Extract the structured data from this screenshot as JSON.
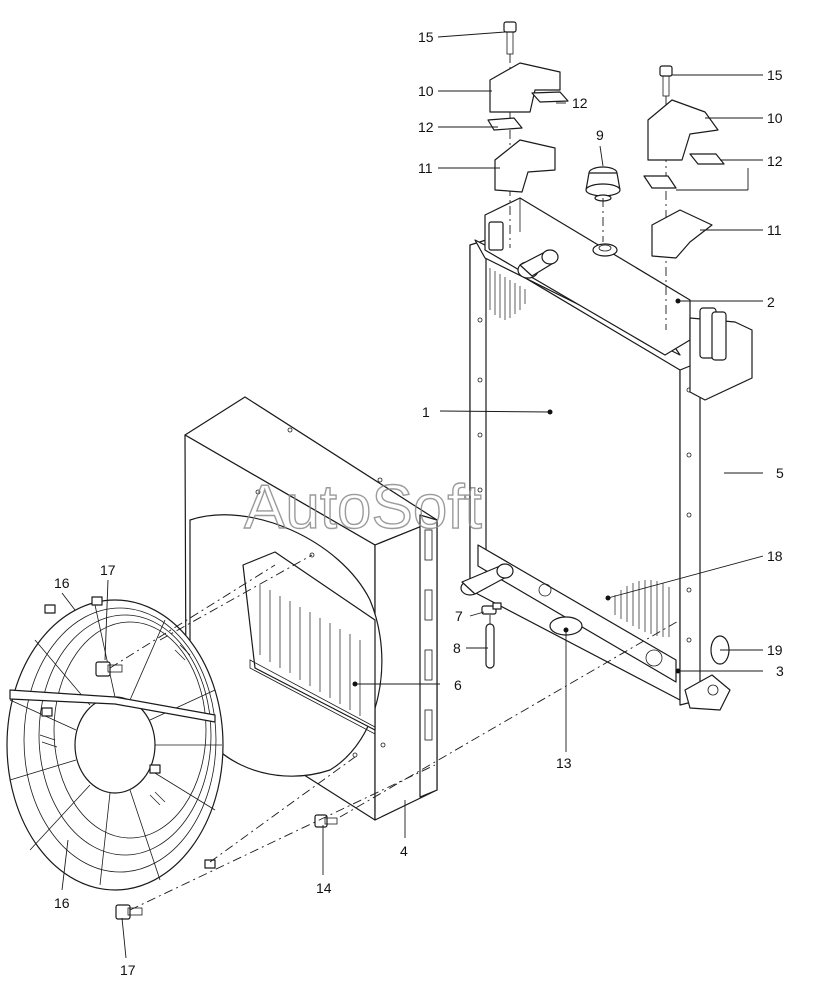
{
  "watermark": "AutoSoft",
  "callouts": {
    "c1": "1",
    "c2": "2",
    "c3": "3",
    "c4": "4",
    "c5": "5",
    "c6": "6",
    "c7": "7",
    "c8": "8",
    "c9": "9",
    "c10a": "10",
    "c10b": "10",
    "c11a": "11",
    "c11b": "11",
    "c12a": "12",
    "c12b": "12",
    "c12c": "12",
    "c13": "13",
    "c14": "14",
    "c15a": "15",
    "c15b": "15",
    "c16a": "16",
    "c16b": "16",
    "c17a": "17",
    "c17b": "17",
    "c18": "18",
    "c19": "19"
  }
}
